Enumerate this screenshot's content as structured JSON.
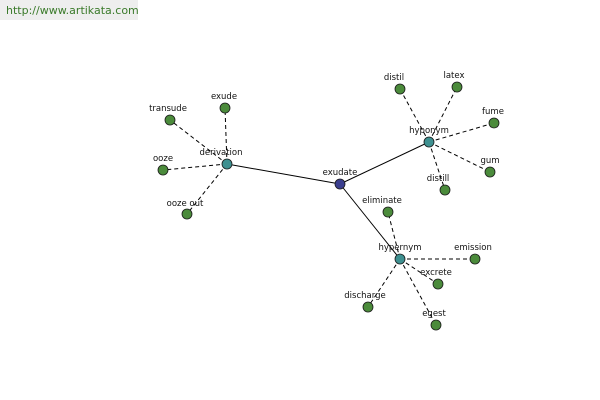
{
  "header": {
    "url": "http://www.artikata.com"
  },
  "colors": {
    "center": "#3b3f8f",
    "hub": "#3e9090",
    "leaf": "#4b8b3b",
    "stroke": "#000000",
    "url_text": "#3a7a2a"
  },
  "graph": {
    "center": {
      "id": "exudate",
      "label": "exudate"
    },
    "hubs": [
      {
        "id": "derivation",
        "label": "derivation"
      },
      {
        "id": "hyponym",
        "label": "hyponym"
      },
      {
        "id": "hypernym",
        "label": "hypernym"
      }
    ],
    "leaves": [
      {
        "id": "transude",
        "label": "transude",
        "hub": "derivation"
      },
      {
        "id": "exude",
        "label": "exude",
        "hub": "derivation"
      },
      {
        "id": "ooze",
        "label": "ooze",
        "hub": "derivation"
      },
      {
        "id": "ooze-out",
        "label": "ooze out",
        "hub": "derivation"
      },
      {
        "id": "distil",
        "label": "distil",
        "hub": "hyponym"
      },
      {
        "id": "latex",
        "label": "latex",
        "hub": "hyponym"
      },
      {
        "id": "fume",
        "label": "fume",
        "hub": "hyponym"
      },
      {
        "id": "gum",
        "label": "gum",
        "hub": "hyponym"
      },
      {
        "id": "distill",
        "label": "distill",
        "hub": "hyponym"
      },
      {
        "id": "eliminate",
        "label": "eliminate",
        "hub": "hypernym"
      },
      {
        "id": "emission",
        "label": "emission",
        "hub": "hypernym"
      },
      {
        "id": "excrete",
        "label": "excrete",
        "hub": "hypernym"
      },
      {
        "id": "discharge",
        "label": "discharge",
        "hub": "hypernym"
      },
      {
        "id": "egest",
        "label": "egest",
        "hub": "hypernym"
      }
    ]
  }
}
